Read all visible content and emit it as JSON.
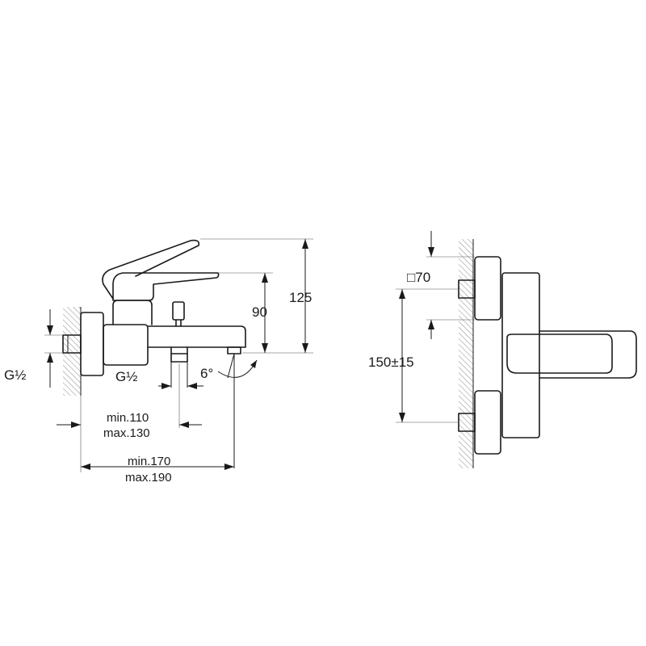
{
  "side_view": {
    "dim_height_total": "125",
    "dim_height_spout": "90",
    "thread_inlet": "G½",
    "thread_outlet": "G½",
    "spout_angle": "6°",
    "dim_depth_short_min": "min.110",
    "dim_depth_short_max": "max.130",
    "dim_depth_long_min": "min.170",
    "dim_depth_long_max": "max.190"
  },
  "front_view": {
    "flange_size": "□70",
    "center_distance": "150±15"
  }
}
